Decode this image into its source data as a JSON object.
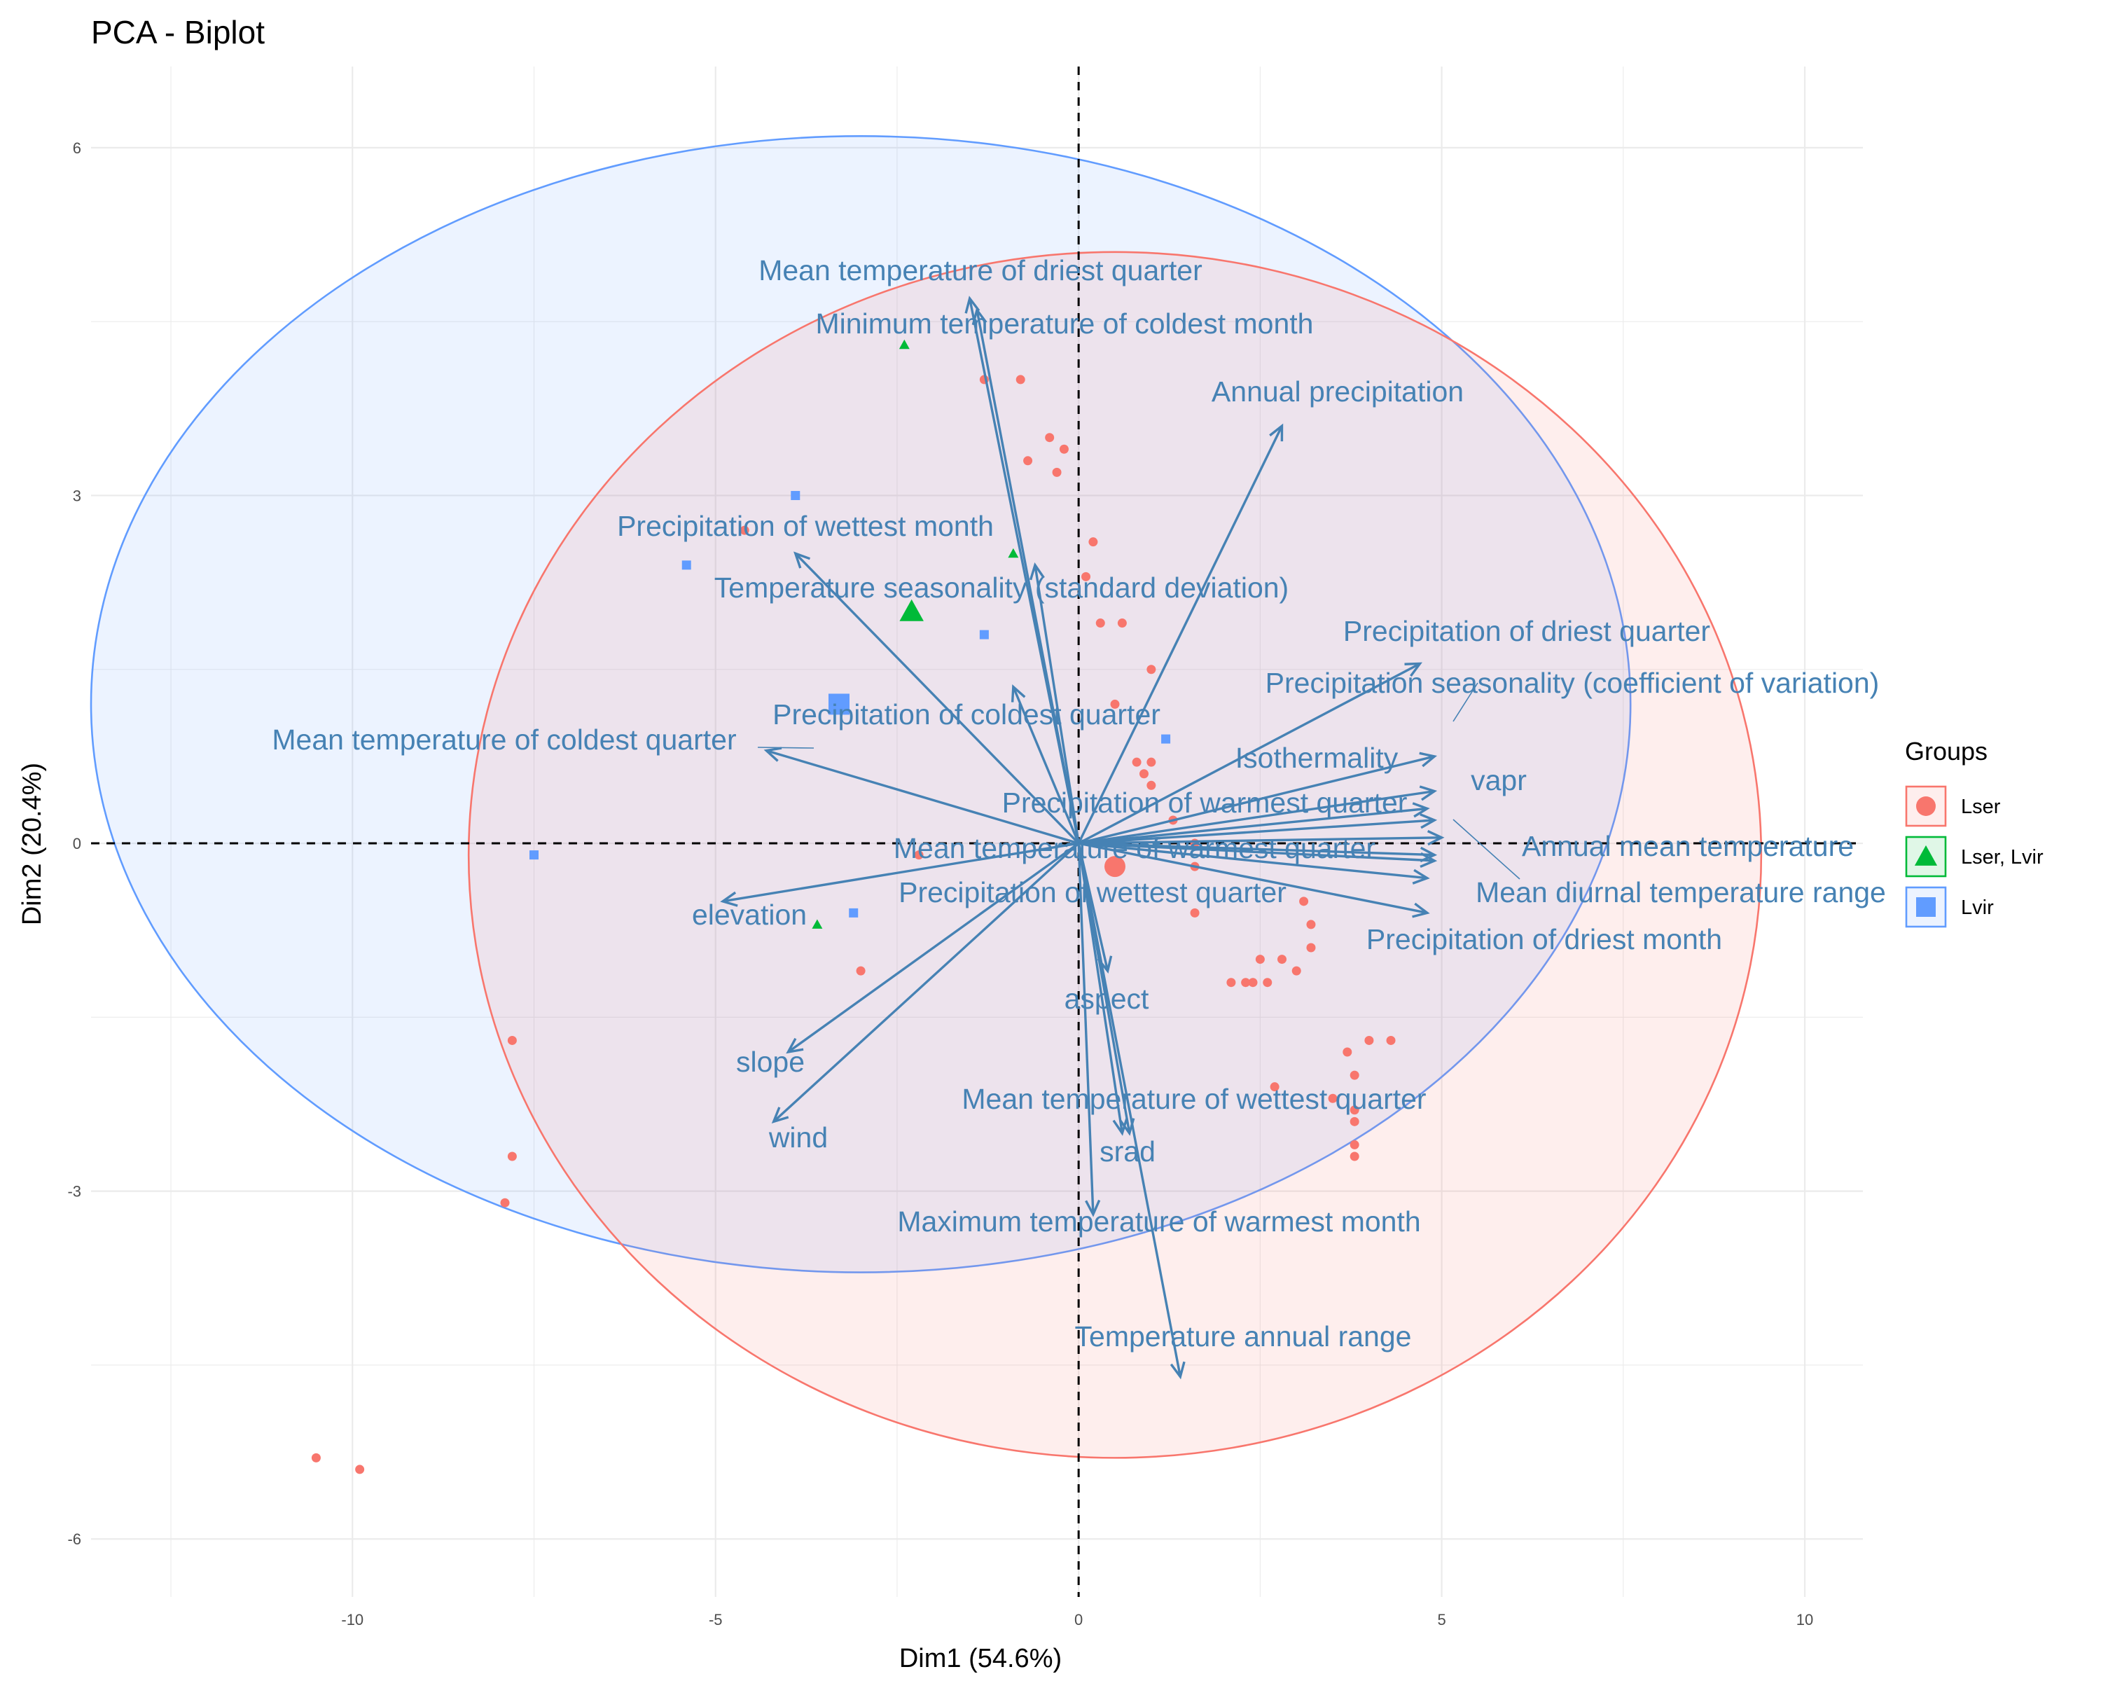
{
  "chart_data": {
    "type": "scatter",
    "subtype": "pca-biplot",
    "title": "PCA - Biplot",
    "xlabel": "Dim1 (54.6%)",
    "ylabel": "Dim2 (20.4%)",
    "xlim": [
      -13.6,
      10.8
    ],
    "ylim": [
      -6.5,
      6.7
    ],
    "xticks": [
      -10,
      -5,
      0,
      5,
      10
    ],
    "yticks": [
      -6,
      -3,
      0,
      3,
      6
    ],
    "xtick_labels": [
      "-10",
      "-5",
      "0",
      "5",
      "10"
    ],
    "ytick_labels": [
      "-6",
      "-3",
      "0",
      "3",
      "6"
    ],
    "grid": true,
    "legend_position": "right",
    "legend_title": "Groups",
    "colors": {
      "Lser": "#f8766d",
      "Lser, Lvir": "#00ba38",
      "Lvir": "#619cff",
      "variables": "#4682b4"
    },
    "groups": [
      {
        "name": "Lser",
        "marker": "circle",
        "centroid": [
          0.5,
          -0.2
        ],
        "points": [
          [
            -1.3,
            4.0
          ],
          [
            -0.8,
            4.0
          ],
          [
            -0.4,
            3.5
          ],
          [
            -0.2,
            3.4
          ],
          [
            -0.7,
            3.3
          ],
          [
            -0.3,
            3.2
          ],
          [
            -4.6,
            2.7
          ],
          [
            0.2,
            2.6
          ],
          [
            0.1,
            2.3
          ],
          [
            0.3,
            1.9
          ],
          [
            0.6,
            1.9
          ],
          [
            1.0,
            1.5
          ],
          [
            0.5,
            1.2
          ],
          [
            1.0,
            0.7
          ],
          [
            0.8,
            0.7
          ],
          [
            0.9,
            0.6
          ],
          [
            1.0,
            0.5
          ],
          [
            1.3,
            0.2
          ],
          [
            1.6,
            0.0
          ],
          [
            -2.2,
            -0.1
          ],
          [
            1.6,
            -0.2
          ],
          [
            3.1,
            -0.5
          ],
          [
            1.6,
            -0.6
          ],
          [
            3.2,
            -0.7
          ],
          [
            2.5,
            -1.0
          ],
          [
            2.8,
            -1.0
          ],
          [
            3.0,
            -1.1
          ],
          [
            3.2,
            -0.9
          ],
          [
            -3.0,
            -1.1
          ],
          [
            2.3,
            -1.2
          ],
          [
            2.4,
            -1.2
          ],
          [
            2.6,
            -1.2
          ],
          [
            2.1,
            -1.2
          ],
          [
            -7.8,
            -1.7
          ],
          [
            3.7,
            -1.8
          ],
          [
            4.0,
            -1.7
          ],
          [
            4.3,
            -1.7
          ],
          [
            3.8,
            -2.0
          ],
          [
            2.7,
            -2.1
          ],
          [
            3.5,
            -2.2
          ],
          [
            3.8,
            -2.3
          ],
          [
            3.8,
            -2.4
          ],
          [
            3.8,
            -2.6
          ],
          [
            3.8,
            -2.7
          ],
          [
            -7.8,
            -2.7
          ],
          [
            -7.9,
            -3.1
          ],
          [
            -10.5,
            -5.3
          ],
          [
            -9.9,
            -5.4
          ]
        ],
        "ellipse": {
          "center": [
            0.5,
            -0.1
          ],
          "radius_x": 8.9,
          "radius_y": 5.2
        }
      },
      {
        "name": "Lser, Lvir",
        "marker": "triangle",
        "centroid": [
          -2.3,
          2.0
        ],
        "points": [
          [
            -2.4,
            4.3
          ],
          [
            -0.9,
            2.5
          ],
          [
            -3.6,
            -0.7
          ]
        ]
      },
      {
        "name": "Lvir",
        "marker": "square",
        "centroid": [
          -3.3,
          1.2
        ],
        "points": [
          [
            -3.9,
            3.0
          ],
          [
            -5.4,
            2.4
          ],
          [
            -1.3,
            1.8
          ],
          [
            1.2,
            0.9
          ],
          [
            -7.5,
            -0.1
          ],
          [
            -3.1,
            -0.6
          ]
        ],
        "ellipse": {
          "center": [
            -3.0,
            1.2
          ],
          "radius_x": 10.6,
          "radius_y": 4.9
        }
      }
    ],
    "variables": [
      {
        "name": "Mean temperature of driest quarter",
        "x": -1.5,
        "y": 4.7
      },
      {
        "name": "Minimum temperature of coldest month",
        "x": -1.4,
        "y": 4.6
      },
      {
        "name": "Annual precipitation",
        "x": 2.8,
        "y": 3.6
      },
      {
        "name": "Precipitation of wettest month",
        "x": -3.9,
        "y": 2.5
      },
      {
        "name": "Temperature seasonality (standard deviation)",
        "x": -0.6,
        "y": 2.4
      },
      {
        "name": "Precipitation of driest quarter",
        "x": 4.7,
        "y": 1.55
      },
      {
        "name": "Precipitation seasonality (coefficient of variation)",
        "x": 4.9,
        "y": 0.75
      },
      {
        "name": "Precipitation of coldest quarter",
        "x": -0.9,
        "y": 1.35
      },
      {
        "name": "Mean temperature of coldest quarter",
        "x": -4.3,
        "y": 0.8
      },
      {
        "name": "Isothermality",
        "x": 4.8,
        "y": 0.3
      },
      {
        "name": "vapr",
        "x": 4.9,
        "y": 0.45
      },
      {
        "name": "Precipitation of warmest quarter",
        "x": 4.9,
        "y": 0.2
      },
      {
        "name": "Annual mean temperature",
        "x": 5.0,
        "y": 0.05
      },
      {
        "name": "Mean temperature of warmest quarter",
        "x": 4.9,
        "y": -0.1
      },
      {
        "name": "Mean diurnal temperature range",
        "x": 4.8,
        "y": -0.3
      },
      {
        "name": "Precipitation of wettest quarter",
        "x": 4.8,
        "y": -0.6
      },
      {
        "name": "Precipitation of driest month",
        "x": 4.9,
        "y": -0.15
      },
      {
        "name": "elevation",
        "x": -4.9,
        "y": -0.5
      },
      {
        "name": "aspect",
        "x": 0.4,
        "y": -1.1
      },
      {
        "name": "slope",
        "x": -4.0,
        "y": -1.8
      },
      {
        "name": "wind",
        "x": -4.2,
        "y": -2.4
      },
      {
        "name": "Mean temperature of wettest quarter",
        "x": 0.7,
        "y": -2.5
      },
      {
        "name": "srad",
        "x": 0.6,
        "y": -2.5
      },
      {
        "name": "Maximum temperature of warmest month",
        "x": 0.2,
        "y": -3.2
      },
      {
        "name": "Temperature annual range",
        "x": 1.4,
        "y": -4.6
      }
    ]
  }
}
